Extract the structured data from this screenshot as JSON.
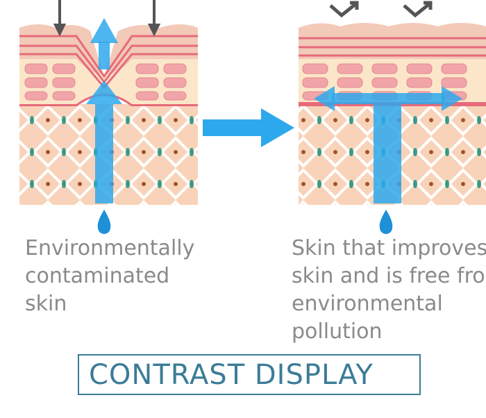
{
  "panels": {
    "left_caption": [
      "Environmentally",
      "contaminated",
      "skin"
    ],
    "right_caption": [
      "Skin that improves",
      "skin and is free from",
      "environmental",
      "pollution"
    ]
  },
  "title": "CONTRAST DISPLAY",
  "colors": {
    "caption_text": "#8a8a8a",
    "title_text": "#3b7c97",
    "title_border": "#3a7a95",
    "arrow_blue": "#2ea8ec",
    "surface_layer": "#f3c9b8",
    "cell_pink": "#f1a5a9",
    "cell_layer_bg": "#fbe6c9",
    "dermis_bg": "#f9d3b9",
    "dermis_lattice": "#ffffff",
    "dermis_dot": "#3a9a82",
    "nucleus": "#a0522d"
  }
}
